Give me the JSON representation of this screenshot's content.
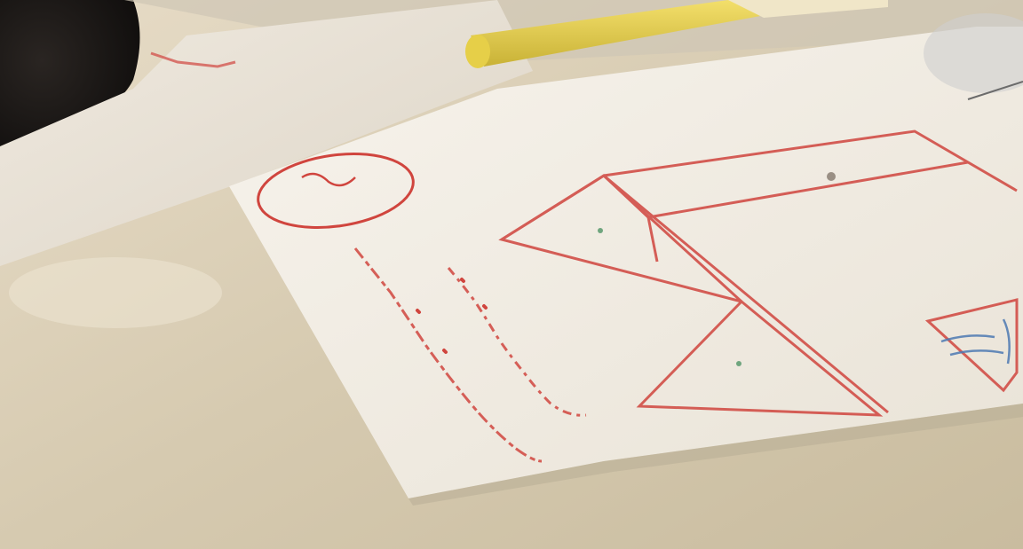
{
  "scene": {
    "description_tags": [
      "table-surface",
      "paper-sheet",
      "second-paper",
      "yellow-marker",
      "dark-object"
    ],
    "colors": {
      "table": "#d7ccb4",
      "paper": "#f3efe6",
      "ink_red": "#d0453e",
      "ink_blue": "#4d79b3",
      "ink_green": "#6fa57e",
      "marker_yellow": "#e9d04a"
    },
    "handwriting_lines": [
      "",
      ""
    ],
    "circle_text": ""
  }
}
